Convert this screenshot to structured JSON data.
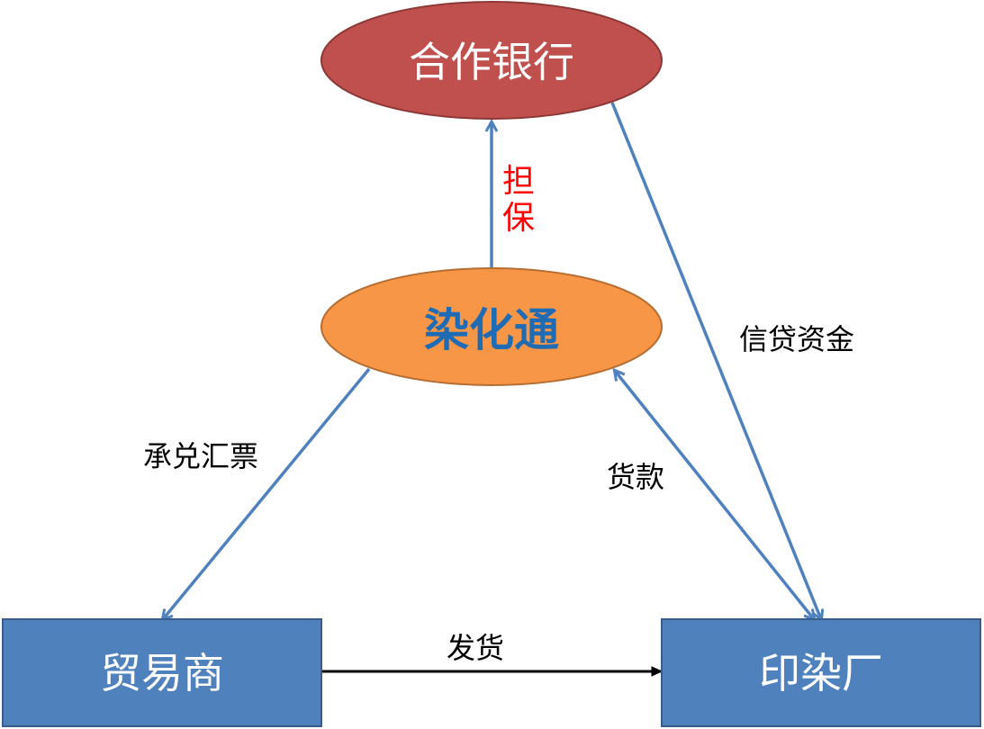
{
  "nodes": {
    "bank": {
      "label": "合作银行",
      "fill": "#C0504D",
      "stroke": "#8C3836",
      "text_color": "#FFFFFF"
    },
    "platform": {
      "label": "染化通",
      "fill": "#F79646",
      "stroke": "#B66D31",
      "text_color": "#1F6CB5"
    },
    "trader": {
      "label": "贸易商",
      "fill": "#4F81BD",
      "stroke": "#385D8A",
      "text_color": "#FFFFFF"
    },
    "factory": {
      "label": "印染厂",
      "fill": "#4F81BD",
      "stroke": "#385D8A",
      "text_color": "#FFFFFF"
    }
  },
  "edges": {
    "guarantee": {
      "label_line1": "担",
      "label_line2": "保",
      "label_color": "#FF0000",
      "line_color": "#4F81BD"
    },
    "credit": {
      "label": "信贷资金",
      "label_color": "#000000",
      "line_color": "#4F81BD"
    },
    "acceptance": {
      "label": "承兑汇票",
      "label_color": "#000000",
      "line_color": "#4F81BD"
    },
    "payment": {
      "label": "货款",
      "label_color": "#000000",
      "line_color": "#4F81BD"
    },
    "shipment": {
      "label": "发货",
      "label_color": "#000000",
      "line_color": "#000000"
    }
  }
}
